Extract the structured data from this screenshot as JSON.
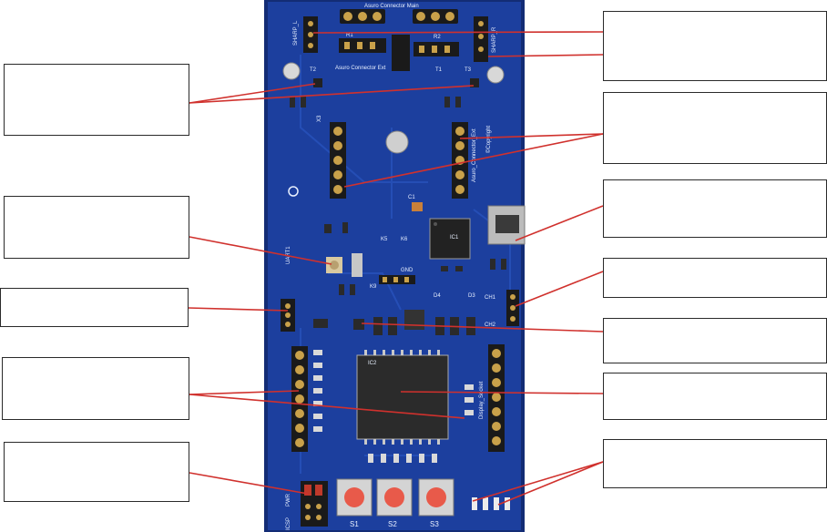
{
  "board": {
    "labels": {
      "connector_main": "Asuro Connector Main",
      "connector_ext": "Asuro Connector Ext",
      "sharp_left": "SHARP_L",
      "sharp_right": "SHARP_R",
      "r1": "R1",
      "r2": "R2",
      "t1": "T1",
      "t2": "T2",
      "t3": "T3",
      "x3": "X3",
      "x2_ext": "Asuro_Connector_Ext",
      "copyright": "©Copyright",
      "uart": "UART1",
      "c1": "C1",
      "k5": "K5",
      "k6": "K6",
      "k9": "K9",
      "gnd": "GND",
      "ch1": "CH1",
      "ch2": "CH2",
      "ic2": "IC2",
      "ic1": "IC1",
      "d3": "D3",
      "d4": "D4",
      "pwr": "PWR",
      "icsp": "ICSP",
      "s1": "S1",
      "s2": "S2",
      "s3": "S3",
      "display_socket": "Display_Socket"
    },
    "colors": {
      "pcb": "#1c3f9e",
      "pcb_dark": "#132c75",
      "silk": "#e8f0ff",
      "gold": "#c9a14a",
      "header": "#1a1a1a",
      "button_cap": "#e85a4a",
      "leader": "#d0312d"
    }
  },
  "callouts": [
    {
      "id": "top-right-1",
      "text": ""
    },
    {
      "id": "top-left",
      "text": ""
    },
    {
      "id": "right-2",
      "text": ""
    },
    {
      "id": "right-3",
      "text": ""
    },
    {
      "id": "left-2",
      "text": ""
    },
    {
      "id": "right-4",
      "text": ""
    },
    {
      "id": "left-3",
      "text": ""
    },
    {
      "id": "right-5",
      "text": ""
    },
    {
      "id": "left-4",
      "text": ""
    },
    {
      "id": "right-6",
      "text": ""
    },
    {
      "id": "left-5",
      "text": ""
    },
    {
      "id": "right-7",
      "text": ""
    }
  ]
}
